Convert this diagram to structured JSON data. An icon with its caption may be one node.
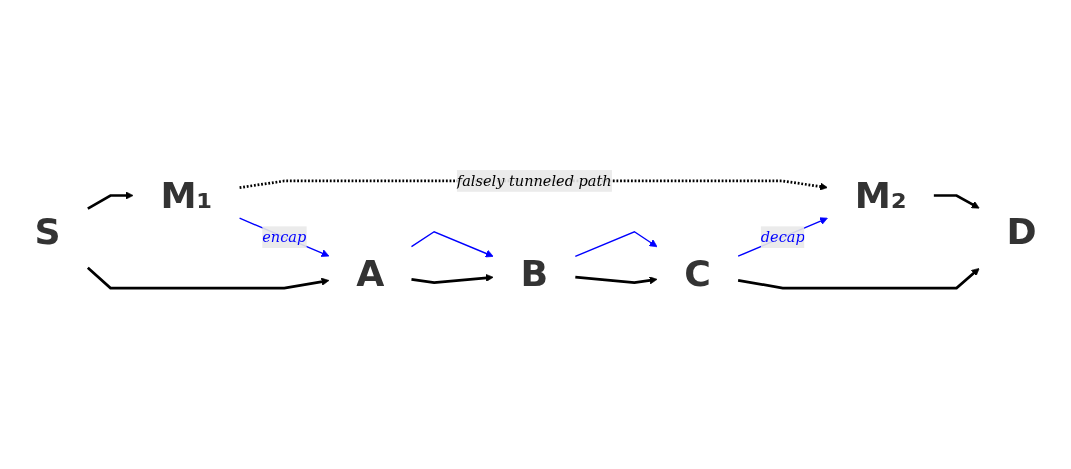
{
  "diagram": {
    "nodes": [
      {
        "text": [
          "S"
        ]
      },
      {
        "text": [
          "M₁"
        ]
      },
      {
        "text": [
          "M₂"
        ]
      },
      {
        "text": [
          "D"
        ]
      },
      {
        "text": [
          "A"
        ]
      },
      {
        "text": [
          "B"
        ]
      },
      {
        "text": [
          "C"
        ]
      }
    ],
    "edges": [
      {
        "from": 0,
        "to": 1,
        "arrow": "to"
      },
      {
        "from": 0,
        "to": 4,
        "arrow": "to"
      },
      {
        "from": 1,
        "to": 2,
        "arrow": "to",
        "label": "falsely tunneled path",
        "style": "dashed"
      },
      {
        "from": 2,
        "to": 3,
        "arrow": "to"
      },
      {
        "from": 1,
        "to": 4,
        "arrow": "to",
        "label": "encap",
        "color": "#0000ff"
      },
      {
        "from": 4,
        "to": 5,
        "arrow": "to",
        "color": "#0000ff"
      },
      {
        "from": 4,
        "to": 5,
        "arrow": "to"
      },
      {
        "from": 5,
        "to": 6,
        "arrow": "to",
        "color": "#0000ff"
      },
      {
        "from": 5,
        "to": 6,
        "arrow": "to"
      },
      {
        "from": 6,
        "to": 2,
        "arrow": "to",
        "label": "decap",
        "color": "#0000ff"
      },
      {
        "from": 6,
        "to": 3,
        "arrow": "to"
      }
    ]
  }
}
